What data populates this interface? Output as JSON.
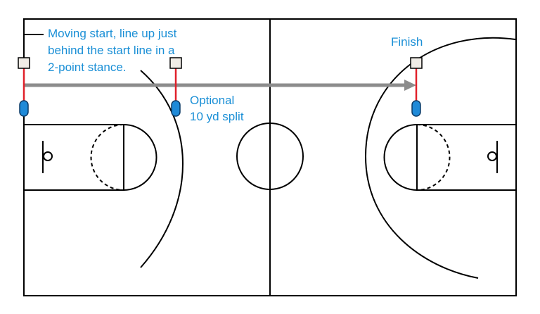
{
  "labels": {
    "start_line1": "Moving start, line up just",
    "start_line2": "behind the start line in a",
    "start_line3": "2-point stance.",
    "finish": "Finish",
    "split_line1": "Optional",
    "split_line2": "10 yd split"
  },
  "colors": {
    "court_lines": "#000000",
    "label_text": "#1a8fd6",
    "arrow": "#8c8c8c",
    "pole": "#e0202a",
    "cone_fill": "#1f8ad8",
    "cone_stroke": "#0b3a66",
    "box_fill": "#f0ece6"
  },
  "markers": {
    "gates": [
      "start",
      "split",
      "finish"
    ],
    "icons": [
      "timing-gate-box-icon",
      "cone-icon"
    ]
  }
}
